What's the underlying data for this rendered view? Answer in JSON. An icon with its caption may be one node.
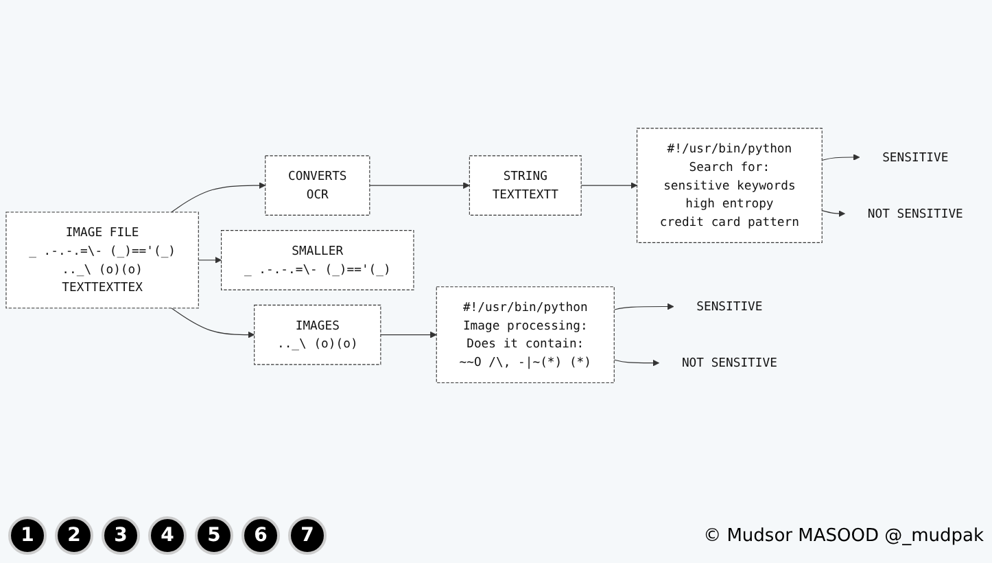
{
  "diagram": {
    "nodes": [
      {
        "text": [
          "IMAGE FILE",
          "_ .-.-.=\\- (_)=='(_)",
          ".._\\ (o)(o)",
          "TEXTTEXTTEX"
        ]
      },
      {
        "text": [
          "CONVERTS",
          "OCR"
        ]
      },
      {
        "text": [
          "STRING",
          "TEXTTEXTT"
        ]
      },
      {
        "text": [
          "#!/usr/bin/python",
          "Search for:",
          "sensitive keywords",
          "high entropy",
          "credit card pattern"
        ]
      },
      {
        "text": [
          "SENSITIVE"
        ]
      },
      {
        "text": [
          "NOT SENSITIVE"
        ]
      },
      {
        "text": [
          "SMALLER",
          "_ .-.-.=\\- (_)=='(_)"
        ]
      },
      {
        "text": [
          "IMAGES",
          ".._\\ (o)(o)"
        ]
      },
      {
        "text": [
          "#!/usr/bin/python",
          "Image processing:",
          "Does it contain:",
          "~~O /\\, -|~(*) (*)"
        ]
      },
      {
        "text": [
          "SENSITIVE"
        ]
      },
      {
        "text": [
          "NOT SENSITIVE"
        ]
      }
    ],
    "edges": [
      {
        "from": 0,
        "to": 1,
        "arrow": "to"
      },
      {
        "from": 1,
        "to": 2,
        "arrow": "to"
      },
      {
        "from": 2,
        "to": 3,
        "arrow": "to"
      },
      {
        "from": 3,
        "to": 4,
        "arrow": "to"
      },
      {
        "from": 3,
        "to": 5,
        "arrow": "to"
      },
      {
        "from": 0,
        "to": 6,
        "arrow": "to"
      },
      {
        "from": 0,
        "to": 7,
        "arrow": "to"
      },
      {
        "from": 7,
        "to": 8,
        "arrow": "to"
      },
      {
        "from": 8,
        "to": 9,
        "arrow": "to"
      },
      {
        "from": 8,
        "to": 10,
        "arrow": "to"
      }
    ],
    "labels": [
      "1",
      "2",
      "3",
      "4",
      "5",
      "6",
      "7",
      "© Mudsor MASOOD @_mudpak"
    ]
  }
}
